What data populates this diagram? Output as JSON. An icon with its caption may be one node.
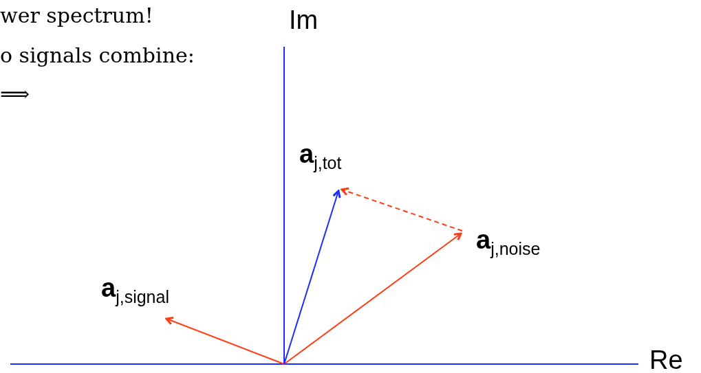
{
  "diagram": {
    "labels": [
      "wer spectrum!",
      "o signals combine:",
      "⟹",
      "Im",
      "**a**$_{j,tot}$",
      "**a**$_{j,noise}$",
      "**a**$_{j,signal}$",
      "Re"
    ]
  }
}
